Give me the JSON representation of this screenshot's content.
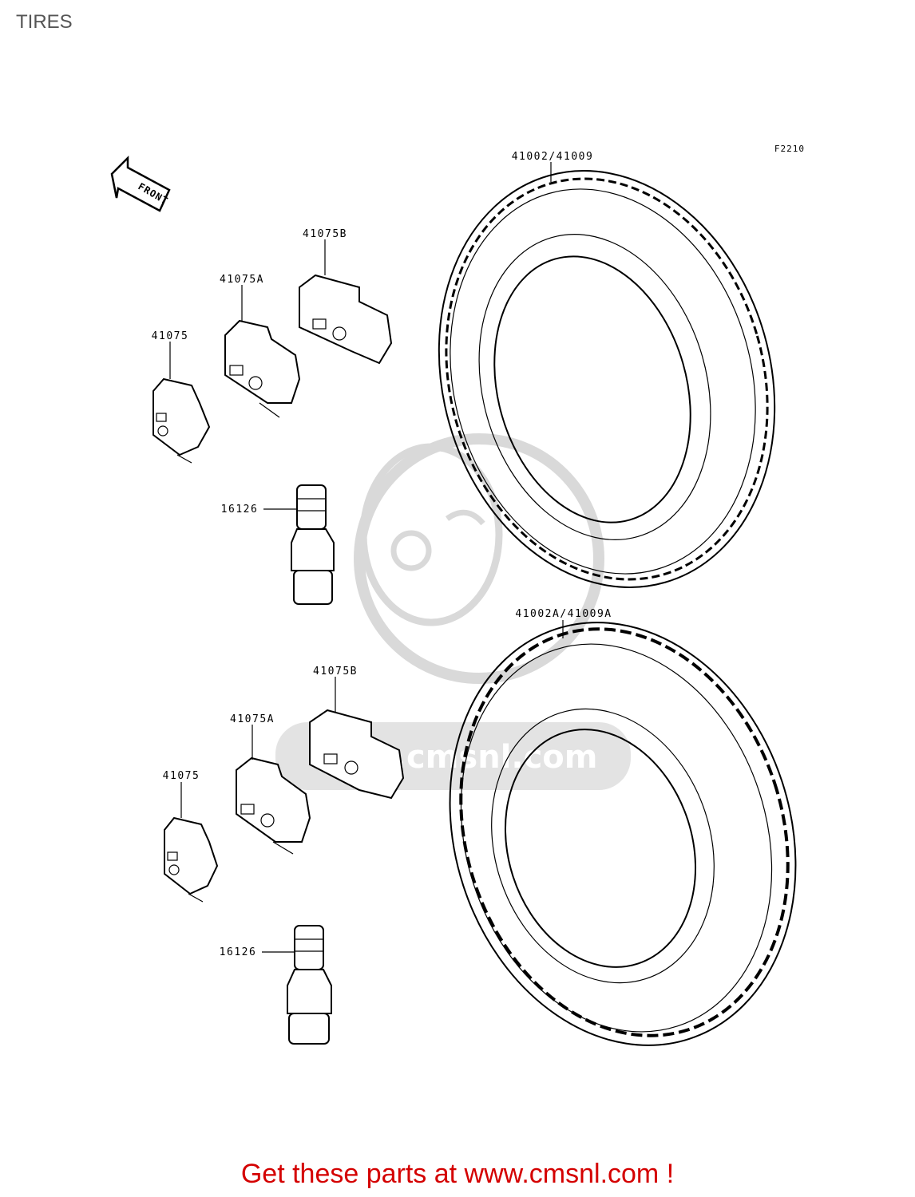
{
  "page": {
    "title": "TIRES"
  },
  "figure": {
    "ref": "F2210",
    "direction_label": "FRONT",
    "watermark_text": "www.cmsnl.com",
    "front_tire": {
      "callouts": [
        "41002/41009",
        "41075B",
        "41075A",
        "41075",
        "16126"
      ]
    },
    "rear_tire": {
      "callouts": [
        "41002A/41009A",
        "41075B",
        "41075A",
        "41075",
        "16126"
      ]
    }
  },
  "footer": {
    "link_text": "Get these parts at www.cmsnl.com !",
    "color": "#d40000"
  }
}
